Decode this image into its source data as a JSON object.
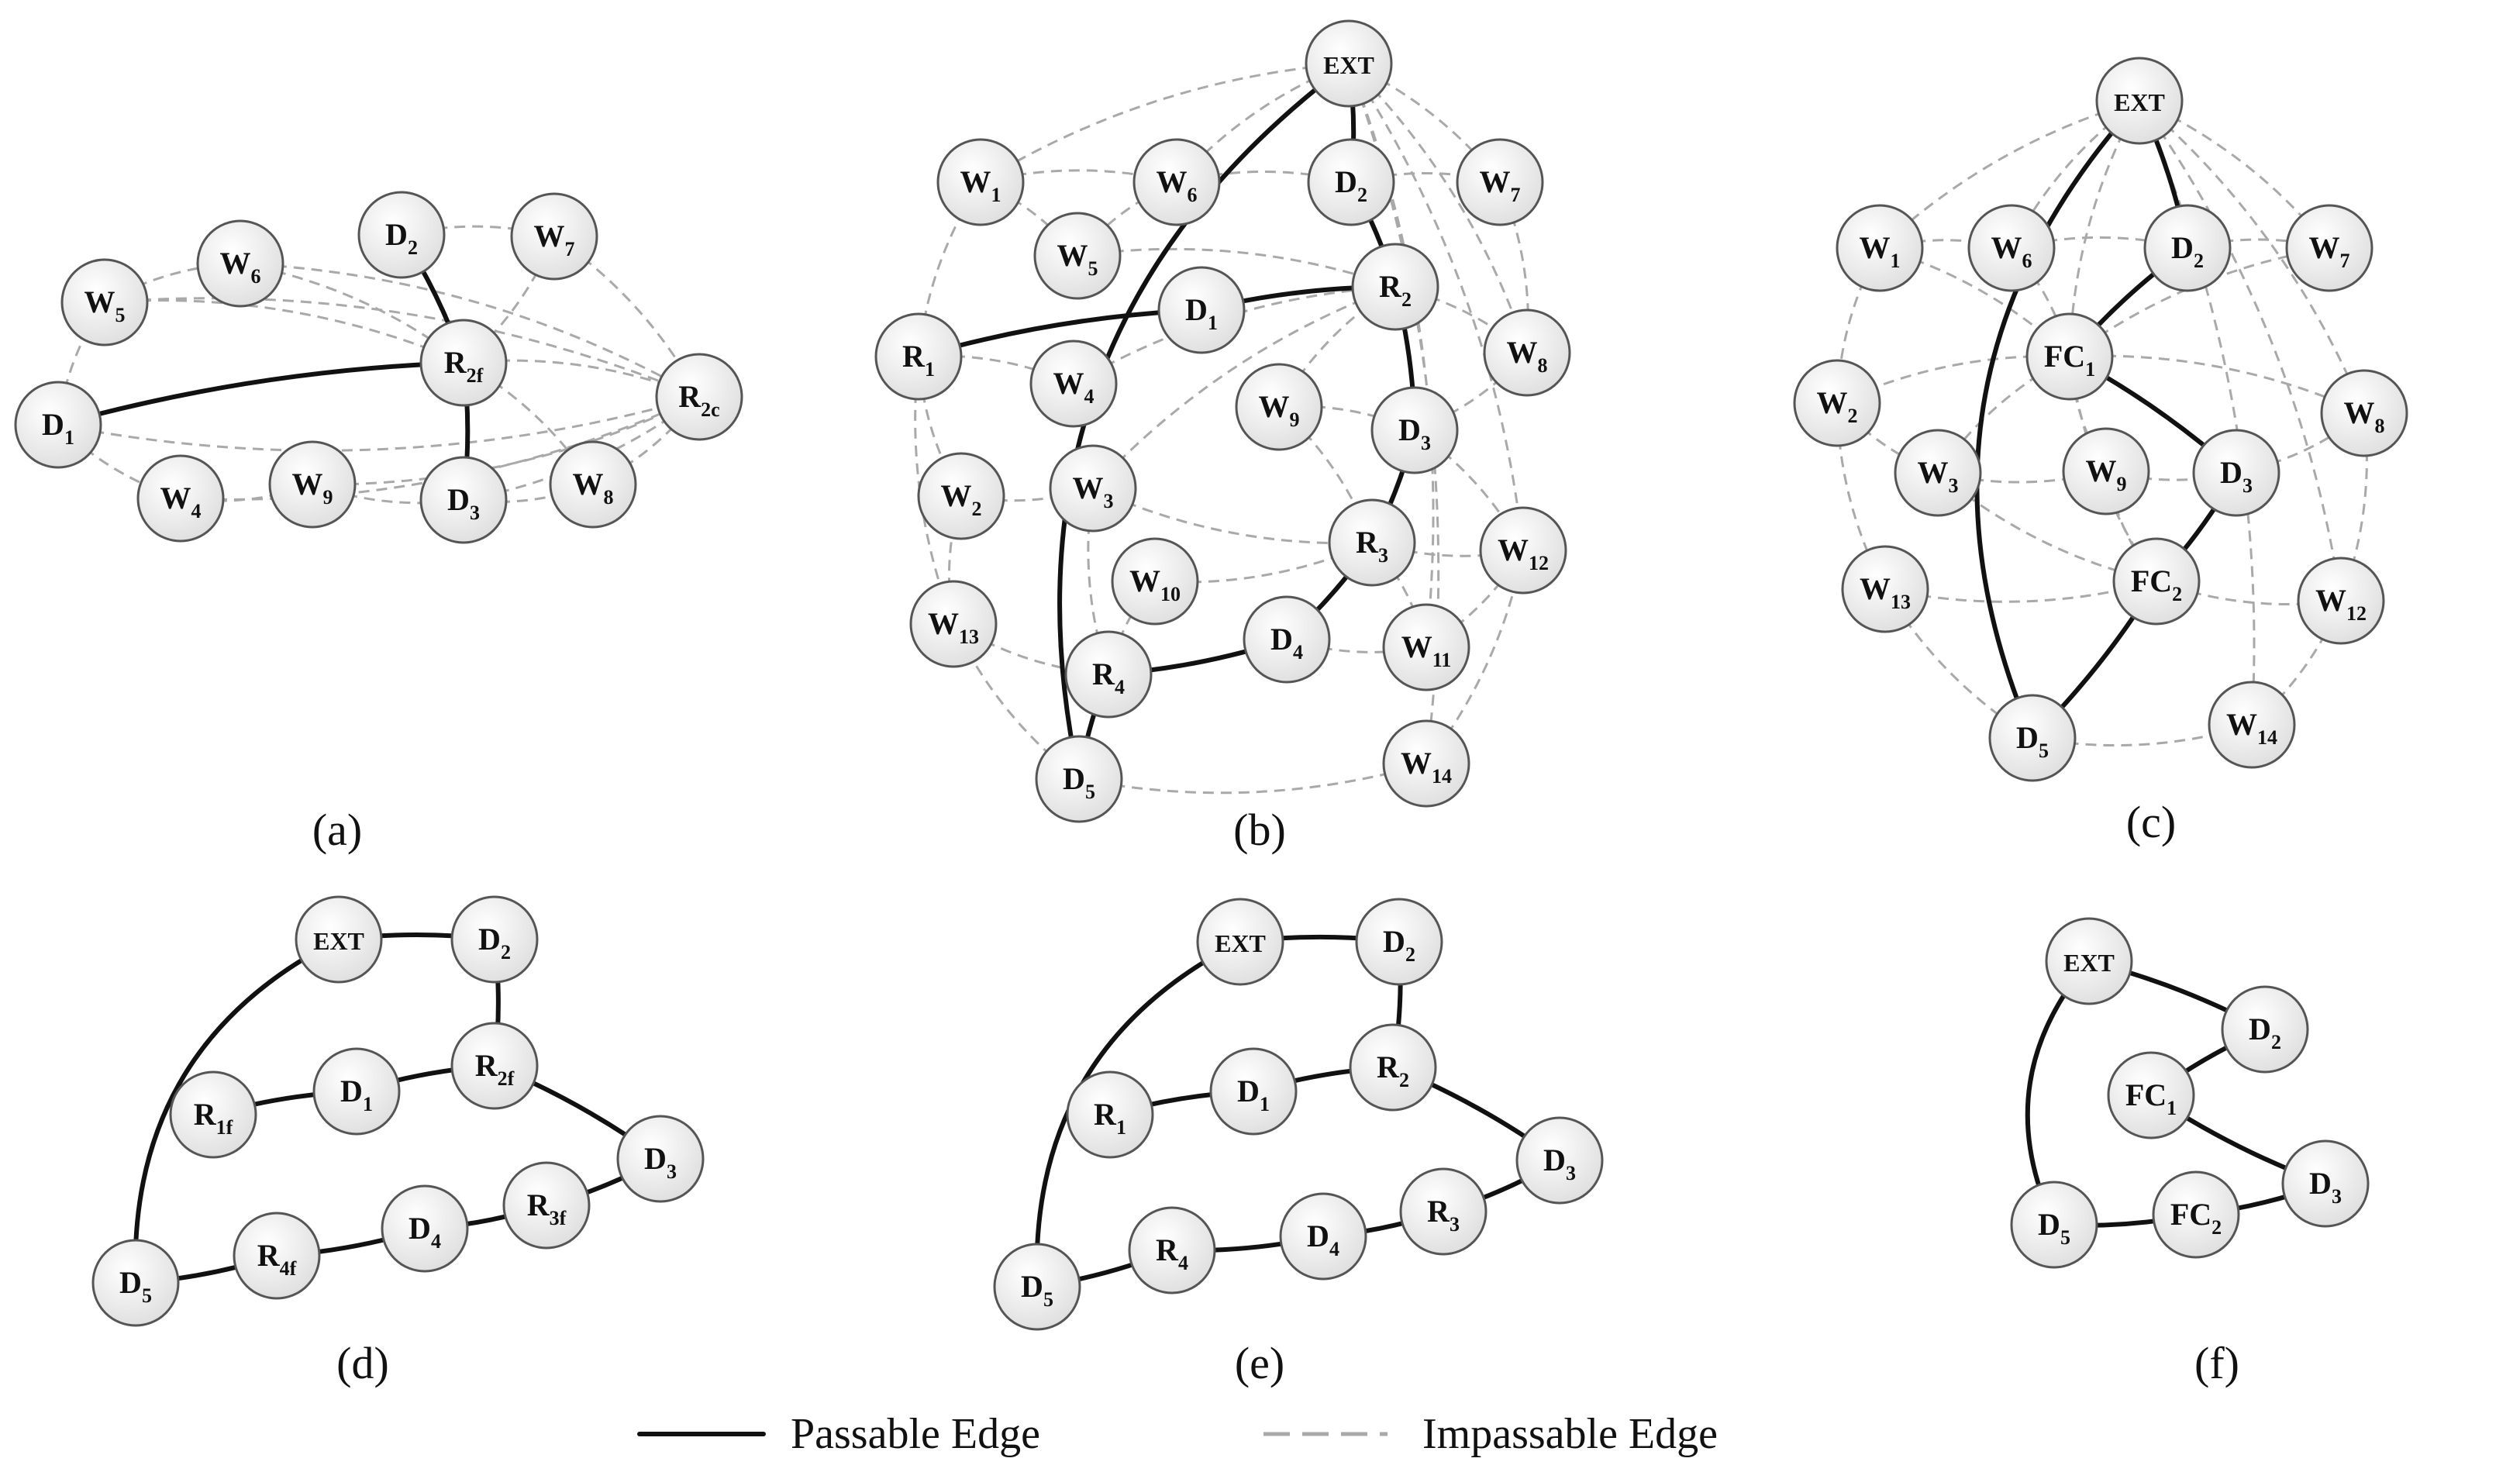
{
  "diagram": {
    "captions": [
      "(a)",
      "(b)",
      "(c)",
      "(d)",
      "(e)",
      "(f)"
    ],
    "legend": {
      "passable": "Passable Edge",
      "impassable": "Impassable Edge",
      "passable_color": "#111111",
      "impassable_color": "#a9a9a9"
    },
    "panels": [
      {
        "id": "a",
        "nodes": [
          {
            "id": "W5",
            "main": "W",
            "sub": "5"
          },
          {
            "id": "W6",
            "main": "W",
            "sub": "6"
          },
          {
            "id": "D2",
            "main": "D",
            "sub": "2"
          },
          {
            "id": "W7",
            "main": "W",
            "sub": "7"
          },
          {
            "id": "R2f",
            "main": "R",
            "sub": "2f"
          },
          {
            "id": "R2c",
            "main": "R",
            "sub": "2c"
          },
          {
            "id": "D1",
            "main": "D",
            "sub": "1"
          },
          {
            "id": "W4",
            "main": "W",
            "sub": "4"
          },
          {
            "id": "W9",
            "main": "W",
            "sub": "9"
          },
          {
            "id": "D3",
            "main": "D",
            "sub": "3"
          },
          {
            "id": "W8",
            "main": "W",
            "sub": "8"
          }
        ],
        "passable": [
          [
            "D2",
            "R2f"
          ],
          [
            "R2f",
            "D1"
          ],
          [
            "R2f",
            "D3"
          ]
        ],
        "impassable": [
          [
            "W5",
            "R2c"
          ],
          [
            "W6",
            "R2c"
          ],
          [
            "D2",
            "W7"
          ],
          [
            "W7",
            "R2c"
          ],
          [
            "R2f",
            "R2c"
          ],
          [
            "D1",
            "R2c"
          ],
          [
            "W4",
            "R2c"
          ],
          [
            "W9",
            "R2c"
          ],
          [
            "D3",
            "R2c"
          ],
          [
            "W8",
            "R2c"
          ],
          [
            "W5",
            "W6"
          ],
          [
            "W6",
            "R2f"
          ],
          [
            "W4",
            "W9"
          ],
          [
            "W9",
            "D3"
          ],
          [
            "D3",
            "W8"
          ],
          [
            "R2f",
            "W8"
          ],
          [
            "R2f",
            "W7"
          ],
          [
            "D1",
            "W5"
          ],
          [
            "D1",
            "W4"
          ],
          [
            "W5",
            "R2f"
          ]
        ]
      },
      {
        "id": "b",
        "nodes": [
          {
            "id": "EXT",
            "main": "EXT",
            "sub": ""
          },
          {
            "id": "W1",
            "main": "W",
            "sub": "1"
          },
          {
            "id": "W6",
            "main": "W",
            "sub": "6"
          },
          {
            "id": "D2",
            "main": "D",
            "sub": "2"
          },
          {
            "id": "W7",
            "main": "W",
            "sub": "7"
          },
          {
            "id": "W5",
            "main": "W",
            "sub": "5"
          },
          {
            "id": "R2",
            "main": "R",
            "sub": "2"
          },
          {
            "id": "D1",
            "main": "D",
            "sub": "1"
          },
          {
            "id": "R1",
            "main": "R",
            "sub": "1"
          },
          {
            "id": "W8",
            "main": "W",
            "sub": "8"
          },
          {
            "id": "W4",
            "main": "W",
            "sub": "4"
          },
          {
            "id": "W9",
            "main": "W",
            "sub": "9"
          },
          {
            "id": "D3",
            "main": "D",
            "sub": "3"
          },
          {
            "id": "W2",
            "main": "W",
            "sub": "2"
          },
          {
            "id": "W3",
            "main": "W",
            "sub": "3"
          },
          {
            "id": "R3",
            "main": "R",
            "sub": "3"
          },
          {
            "id": "W12",
            "main": "W",
            "sub": "12"
          },
          {
            "id": "W10",
            "main": "W",
            "sub": "10"
          },
          {
            "id": "W13",
            "main": "W",
            "sub": "13"
          },
          {
            "id": "D4",
            "main": "D",
            "sub": "4"
          },
          {
            "id": "W11",
            "main": "W",
            "sub": "11"
          },
          {
            "id": "R4",
            "main": "R",
            "sub": "4"
          },
          {
            "id": "D5",
            "main": "D",
            "sub": "5"
          },
          {
            "id": "W14",
            "main": "W",
            "sub": "14"
          }
        ],
        "passable": [
          [
            "EXT",
            "D2"
          ],
          [
            "D2",
            "R2"
          ],
          [
            "R2",
            "D1"
          ],
          [
            "D1",
            "R1"
          ],
          [
            "R2",
            "D3"
          ],
          [
            "D3",
            "R3"
          ],
          [
            "R3",
            "D4"
          ],
          [
            "D4",
            "R4"
          ],
          [
            "R4",
            "D5"
          ],
          [
            "EXT",
            "D5"
          ]
        ],
        "impassable": [
          [
            "EXT",
            "W1"
          ],
          [
            "EXT",
            "W6"
          ],
          [
            "EXT",
            "W7"
          ],
          [
            "EXT",
            "W8"
          ],
          [
            "EXT",
            "W12"
          ],
          [
            "EXT",
            "W11"
          ],
          [
            "EXT",
            "W14"
          ],
          [
            "W1",
            "W6"
          ],
          [
            "W6",
            "D2"
          ],
          [
            "D2",
            "W7"
          ],
          [
            "W1",
            "W5"
          ],
          [
            "W5",
            "R2"
          ],
          [
            "W6",
            "W5"
          ],
          [
            "R1",
            "W1"
          ],
          [
            "R1",
            "W2"
          ],
          [
            "R1",
            "W4"
          ],
          [
            "W4",
            "R2"
          ],
          [
            "W9",
            "R2"
          ],
          [
            "R2",
            "W8"
          ],
          [
            "W8",
            "D3"
          ],
          [
            "W9",
            "D3"
          ],
          [
            "W2",
            "W3"
          ],
          [
            "W3",
            "R2"
          ],
          [
            "W3",
            "R3"
          ],
          [
            "R3",
            "W12"
          ],
          [
            "W10",
            "R3"
          ],
          [
            "W9",
            "R3"
          ],
          [
            "W13",
            "W2"
          ],
          [
            "W13",
            "R4"
          ],
          [
            "R4",
            "W10"
          ],
          [
            "D4",
            "W11"
          ],
          [
            "W11",
            "W12"
          ],
          [
            "R3",
            "W11"
          ],
          [
            "D5",
            "W14"
          ],
          [
            "W14",
            "W12"
          ],
          [
            "R4",
            "W3"
          ],
          [
            "D5",
            "W13"
          ],
          [
            "R1",
            "W13"
          ],
          [
            "W7",
            "W8"
          ],
          [
            "D3",
            "W12"
          ]
        ]
      },
      {
        "id": "c",
        "nodes": [
          {
            "id": "EXT",
            "main": "EXT",
            "sub": ""
          },
          {
            "id": "W1",
            "main": "W",
            "sub": "1"
          },
          {
            "id": "W6",
            "main": "W",
            "sub": "6"
          },
          {
            "id": "D2",
            "main": "D",
            "sub": "2"
          },
          {
            "id": "W7",
            "main": "W",
            "sub": "7"
          },
          {
            "id": "FC1",
            "main": "FC",
            "sub": "1"
          },
          {
            "id": "W2",
            "main": "W",
            "sub": "2"
          },
          {
            "id": "W8",
            "main": "W",
            "sub": "8"
          },
          {
            "id": "W3",
            "main": "W",
            "sub": "3"
          },
          {
            "id": "W9",
            "main": "W",
            "sub": "9"
          },
          {
            "id": "D3",
            "main": "D",
            "sub": "3"
          },
          {
            "id": "W13",
            "main": "W",
            "sub": "13"
          },
          {
            "id": "FC2",
            "main": "FC",
            "sub": "2"
          },
          {
            "id": "W12",
            "main": "W",
            "sub": "12"
          },
          {
            "id": "D5",
            "main": "D",
            "sub": "5"
          },
          {
            "id": "W14",
            "main": "W",
            "sub": "14"
          }
        ],
        "passable": [
          [
            "EXT",
            "D2"
          ],
          [
            "D2",
            "FC1"
          ],
          [
            "FC1",
            "D3"
          ],
          [
            "D3",
            "FC2"
          ],
          [
            "FC2",
            "D5"
          ],
          [
            "EXT",
            "D5"
          ]
        ],
        "impassable": [
          [
            "EXT",
            "W1"
          ],
          [
            "EXT",
            "W6"
          ],
          [
            "EXT",
            "W7"
          ],
          [
            "EXT",
            "W8"
          ],
          [
            "EXT",
            "W12"
          ],
          [
            "EXT",
            "W14"
          ],
          [
            "EXT",
            "FC1"
          ],
          [
            "W1",
            "W6"
          ],
          [
            "W6",
            "D2"
          ],
          [
            "D2",
            "W7"
          ],
          [
            "W1",
            "FC1"
          ],
          [
            "W6",
            "FC1"
          ],
          [
            "FC1",
            "W7"
          ],
          [
            "FC1",
            "W8"
          ],
          [
            "FC1",
            "W2"
          ],
          [
            "FC1",
            "W3"
          ],
          [
            "FC1",
            "W9"
          ],
          [
            "W2",
            "W3"
          ],
          [
            "W3",
            "W9"
          ],
          [
            "W9",
            "D3"
          ],
          [
            "D3",
            "W8"
          ],
          [
            "W2",
            "W13"
          ],
          [
            "W13",
            "FC2"
          ],
          [
            "FC2",
            "W12"
          ],
          [
            "W12",
            "W8"
          ],
          [
            "W13",
            "D5"
          ],
          [
            "D5",
            "W14"
          ],
          [
            "W14",
            "W12"
          ],
          [
            "W3",
            "FC2"
          ],
          [
            "W9",
            "FC2"
          ],
          [
            "FC1",
            "FC2"
          ],
          [
            "W1",
            "W2"
          ]
        ]
      },
      {
        "id": "d",
        "nodes": [
          {
            "id": "EXT",
            "main": "EXT",
            "sub": ""
          },
          {
            "id": "D2",
            "main": "D",
            "sub": "2"
          },
          {
            "id": "R2f",
            "main": "R",
            "sub": "2f"
          },
          {
            "id": "D1",
            "main": "D",
            "sub": "1"
          },
          {
            "id": "R1f",
            "main": "R",
            "sub": "1f"
          },
          {
            "id": "D3",
            "main": "D",
            "sub": "3"
          },
          {
            "id": "R3f",
            "main": "R",
            "sub": "3f"
          },
          {
            "id": "D4",
            "main": "D",
            "sub": "4"
          },
          {
            "id": "R4f",
            "main": "R",
            "sub": "4f"
          },
          {
            "id": "D5",
            "main": "D",
            "sub": "5"
          }
        ],
        "passable": [
          [
            "EXT",
            "D2"
          ],
          [
            "D2",
            "R2f"
          ],
          [
            "R2f",
            "D1"
          ],
          [
            "D1",
            "R1f"
          ],
          [
            "R2f",
            "D3"
          ],
          [
            "D3",
            "R3f"
          ],
          [
            "R3f",
            "D4"
          ],
          [
            "D4",
            "R4f"
          ],
          [
            "R4f",
            "D5"
          ],
          [
            "EXT",
            "D5"
          ]
        ],
        "impassable": []
      },
      {
        "id": "e",
        "nodes": [
          {
            "id": "EXT",
            "main": "EXT",
            "sub": ""
          },
          {
            "id": "D2",
            "main": "D",
            "sub": "2"
          },
          {
            "id": "R2",
            "main": "R",
            "sub": "2"
          },
          {
            "id": "D1",
            "main": "D",
            "sub": "1"
          },
          {
            "id": "R1",
            "main": "R",
            "sub": "1"
          },
          {
            "id": "D3",
            "main": "D",
            "sub": "3"
          },
          {
            "id": "R3",
            "main": "R",
            "sub": "3"
          },
          {
            "id": "D4",
            "main": "D",
            "sub": "4"
          },
          {
            "id": "R4",
            "main": "R",
            "sub": "4"
          },
          {
            "id": "D5",
            "main": "D",
            "sub": "5"
          }
        ],
        "passable": [
          [
            "EXT",
            "D2"
          ],
          [
            "D2",
            "R2"
          ],
          [
            "R2",
            "D1"
          ],
          [
            "D1",
            "R1"
          ],
          [
            "R2",
            "D3"
          ],
          [
            "D3",
            "R3"
          ],
          [
            "R3",
            "D4"
          ],
          [
            "D4",
            "R4"
          ],
          [
            "R4",
            "D5"
          ],
          [
            "EXT",
            "D5"
          ]
        ],
        "impassable": []
      },
      {
        "id": "f",
        "nodes": [
          {
            "id": "EXT",
            "main": "EXT",
            "sub": ""
          },
          {
            "id": "D2",
            "main": "D",
            "sub": "2"
          },
          {
            "id": "FC1",
            "main": "FC",
            "sub": "1"
          },
          {
            "id": "D3",
            "main": "D",
            "sub": "3"
          },
          {
            "id": "FC2",
            "main": "FC",
            "sub": "2"
          },
          {
            "id": "D5",
            "main": "D",
            "sub": "5"
          }
        ],
        "passable": [
          [
            "EXT",
            "D2"
          ],
          [
            "D2",
            "FC1"
          ],
          [
            "FC1",
            "D3"
          ],
          [
            "D3",
            "FC2"
          ],
          [
            "FC2",
            "D5"
          ],
          [
            "EXT",
            "D5"
          ]
        ],
        "impassable": []
      }
    ]
  }
}
